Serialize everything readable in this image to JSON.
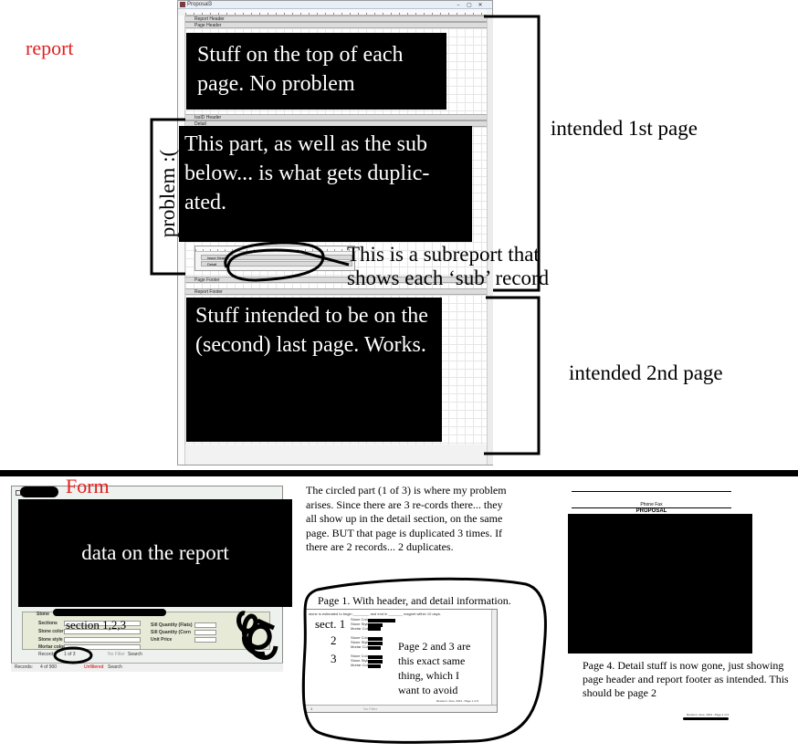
{
  "report_window": {
    "title": "Proposal3",
    "controls": [
      "–",
      "▢",
      "✕"
    ],
    "sections": {
      "report_header": "Report Header",
      "page_header": "Page Header",
      "group_header": "IssID Header",
      "detail": "Detail",
      "page_footer": "Page Footer",
      "report_footer": "Report Footer"
    },
    "subreport_bars": [
      "Issue Header",
      "Detail"
    ]
  },
  "labels": {
    "report": "report",
    "form": "Form",
    "problem": "problem :(",
    "intended_first": "intended 1st page",
    "intended_second": "intended 2nd page"
  },
  "redactions": {
    "page_header_box": "Stuff on the top of each page. No problem",
    "detail_box": "This part, as well as the sub below... is what gets duplic-ated.",
    "footer_box": "Stuff intended to be on the (second) last page. Works.",
    "form_box": "data on the report"
  },
  "subreport_note": {
    "line1": "This is a subreport that",
    "line2": "shows each ‘sub’ record"
  },
  "explanation": "The circled part (1 of 3) is where my problem arises. Since there are 3 re-cords there... they all show up in the detail section, on the same page. BUT that page is duplicated 3 times. If there are 2 records... 2 duplicates.",
  "form_window": {
    "section_label": "Stone",
    "sections_note": "section 1,2,3",
    "fields_left": [
      "Sections",
      "Stone color",
      "Stone style",
      "Mortar color"
    ],
    "fields_right": [
      "Sill Quantity (Flats)",
      "Sill Quantity (Corn",
      "Unit Price"
    ],
    "inner_nav": {
      "record": "Record:",
      "pos": "1 of 3",
      "filter": "No Filter",
      "search": "Search"
    },
    "outer_nav": {
      "record": "Records:",
      "pos": "4 of 900",
      "filter": "Unfiltered",
      "search": "Search"
    }
  },
  "preview": {
    "caption": "Page 1. With header, and detail information.",
    "top_text": "stone is estimated to begin ________ and end in _______ magnet within 10 days.",
    "sect_label": "sect. 1",
    "nums": [
      "2",
      "3"
    ],
    "row_labels": [
      "Stone Color",
      "Stone Style",
      "Mortar Color"
    ],
    "note": "Page 2 and 3 are this exact same thing, which I want to avoid",
    "footer_text": "Revision: June, 2013 - Page 1 of 3",
    "nav_page": "1",
    "nav_filter": "No Filter"
  },
  "page4": {
    "phone_fax": "Phone    Fax",
    "heading": "PROPOSAL",
    "caption": "Page 4. Detail stuff is now gone, just showing page header and report footer as intended. This should be page 2",
    "footer_text": "Revision: June, 2013 - Page 4 of 4"
  },
  "colors": {
    "accent_red": "#e02020",
    "redaction": "#000000"
  }
}
